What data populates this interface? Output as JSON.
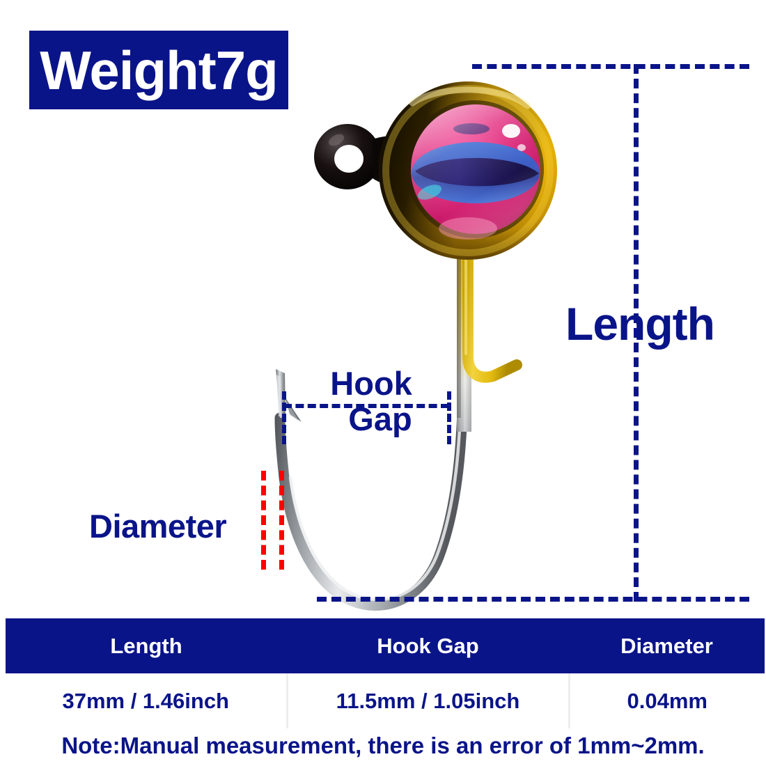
{
  "badge": {
    "weight_label": "Weight7g"
  },
  "annotations": {
    "length_label": "Length",
    "hook_gap_label_line1": "Hook",
    "hook_gap_label_line2": "Gap",
    "diameter_label": "Diameter"
  },
  "product": {
    "name": "round-jig-head-with-3d-eye",
    "head_outer_color": "#E8B505",
    "head_shadow_color": "#191100",
    "eye_iris_color": "#D81A6E",
    "eye_pupil_color": "#2B59C8",
    "shank_color": "#E8C211",
    "hook_color": "#9EA3A8",
    "bait_keeper_color": "#E9C41B"
  },
  "colors": {
    "navy": "#0A1489",
    "red_dash": "#FF0000",
    "white": "#FFFFFF"
  },
  "table": {
    "headers": [
      "Length",
      "Hook Gap",
      "Diameter"
    ],
    "rows": [
      [
        "37mm / 1.46inch",
        "11.5mm / 1.05inch",
        "0.04mm"
      ]
    ]
  },
  "note": "Note:Manual measurement, there is an error of 1mm~2mm."
}
